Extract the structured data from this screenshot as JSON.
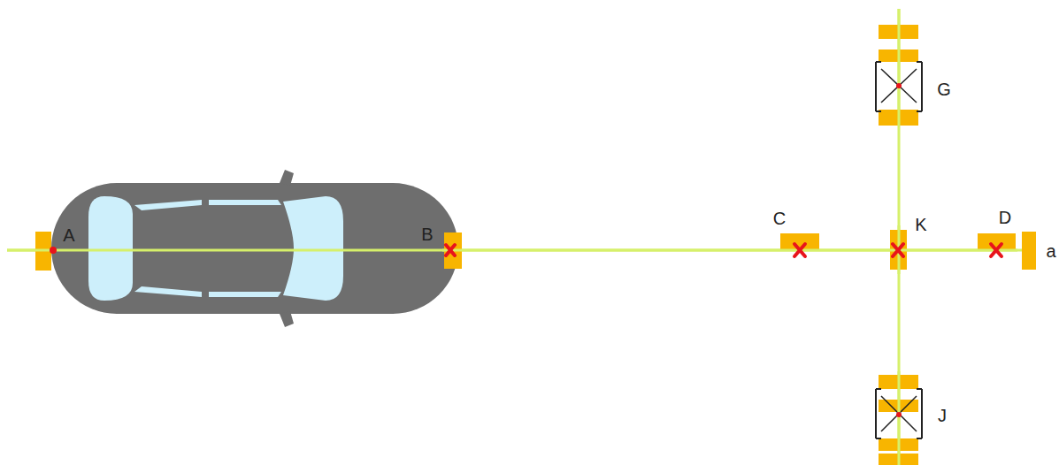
{
  "diagram": {
    "labels": [
      "A",
      "B",
      "C",
      "K",
      "D",
      "a",
      "G",
      "J"
    ]
  }
}
